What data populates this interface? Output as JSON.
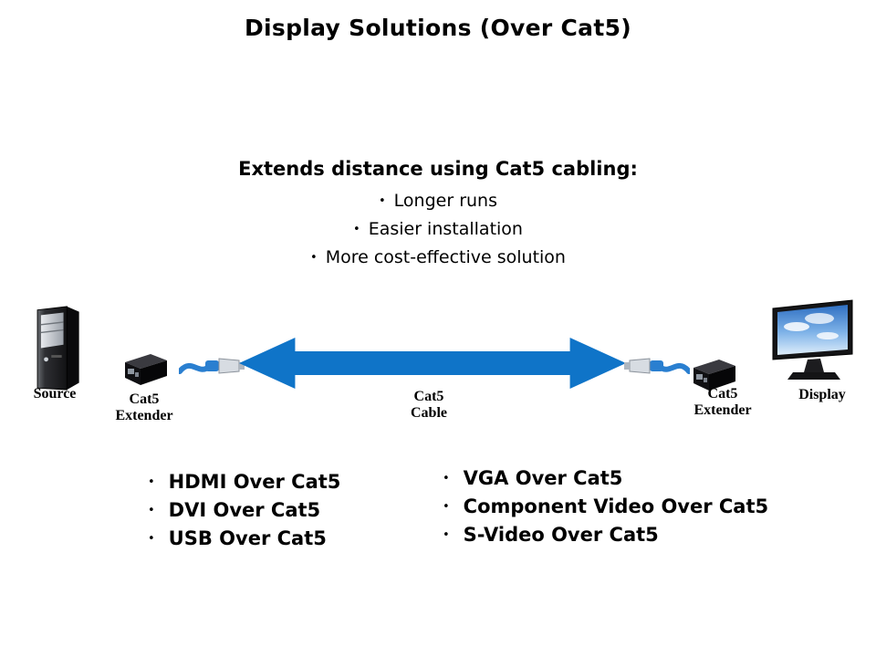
{
  "title": "Display Solutions (Over Cat5)",
  "glyphs": {
    "bullet": "•"
  },
  "intro": {
    "heading": "Extends distance using Cat5 cabling:",
    "bullets": [
      "Longer runs",
      "Easier installation",
      "More cost-effective solution"
    ]
  },
  "diagram": {
    "source": "Source",
    "left_extender": [
      "Cat5",
      "Extender"
    ],
    "cable": [
      "Cat5",
      "Cable"
    ],
    "right_extender": [
      "Cat5",
      "Extender"
    ],
    "display": "Display"
  },
  "lists": {
    "left": [
      "HDMI Over Cat5",
      "DVI Over Cat5",
      "USB Over Cat5"
    ],
    "right": [
      "VGA Over Cat5",
      "Component Video Over Cat5",
      "S-Video Over Cat5"
    ]
  },
  "colors": {
    "arrow_blue": "#0f74c8",
    "cable_blue": "#2a7fd0",
    "text": "#000000",
    "background": "#ffffff"
  }
}
